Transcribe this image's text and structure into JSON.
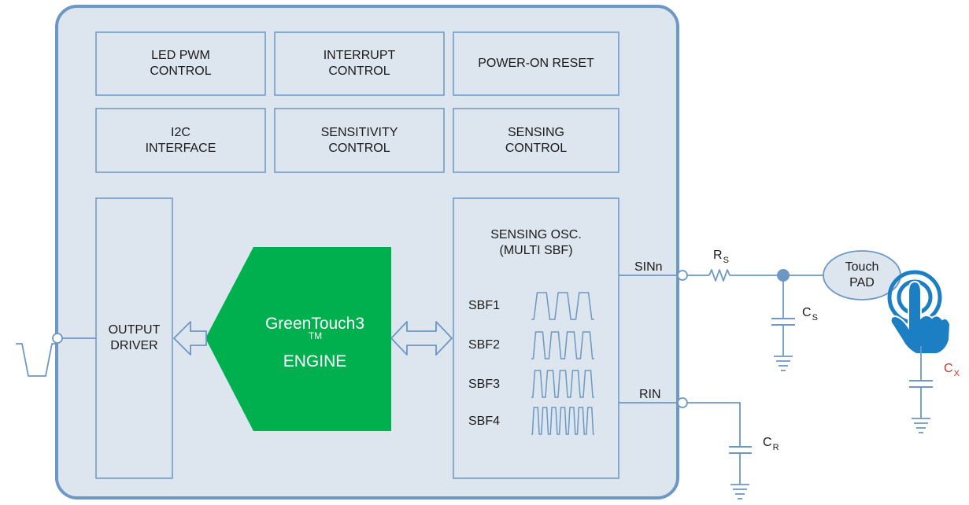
{
  "blocks": {
    "led_pwm": [
      "LED PWM",
      "CONTROL"
    ],
    "interrupt": [
      "INTERRUPT",
      "CONTROL"
    ],
    "power_on_reset": [
      "POWER-ON RESET"
    ],
    "i2c": [
      "I2C",
      "INTERFACE"
    ],
    "sensitivity": [
      "SENSITIVITY",
      "CONTROL"
    ],
    "sensing_control": [
      "SENSING",
      "CONTROL"
    ],
    "output_driver": [
      "OUTPUT",
      "DRIVER"
    ],
    "sensing_osc": [
      "SENSING OSC.",
      "(MULTI SBF)"
    ]
  },
  "engine": {
    "name": "GreenTouch3",
    "tm": "TM",
    "line2": "ENGINE"
  },
  "sbf": [
    "SBF1",
    "SBF2",
    "SBF3",
    "SBF4"
  ],
  "pins": {
    "sin": "SINn",
    "rin": "RIN"
  },
  "components": {
    "rs": {
      "main": "R",
      "sub": "S"
    },
    "cs": {
      "main": "C",
      "sub": "S"
    },
    "cr": {
      "main": "C",
      "sub": "R"
    },
    "cx": {
      "main": "C",
      "sub": "X"
    }
  },
  "touch_pad": [
    "Touch",
    "PAD"
  ],
  "colors": {
    "chip_fill": "#dde6ef",
    "chip_border": "#6d97c4",
    "line": "#6d97c4",
    "engine": "#00b04f",
    "cx_label": "#c0392b",
    "hand": "#1c7fc4"
  }
}
